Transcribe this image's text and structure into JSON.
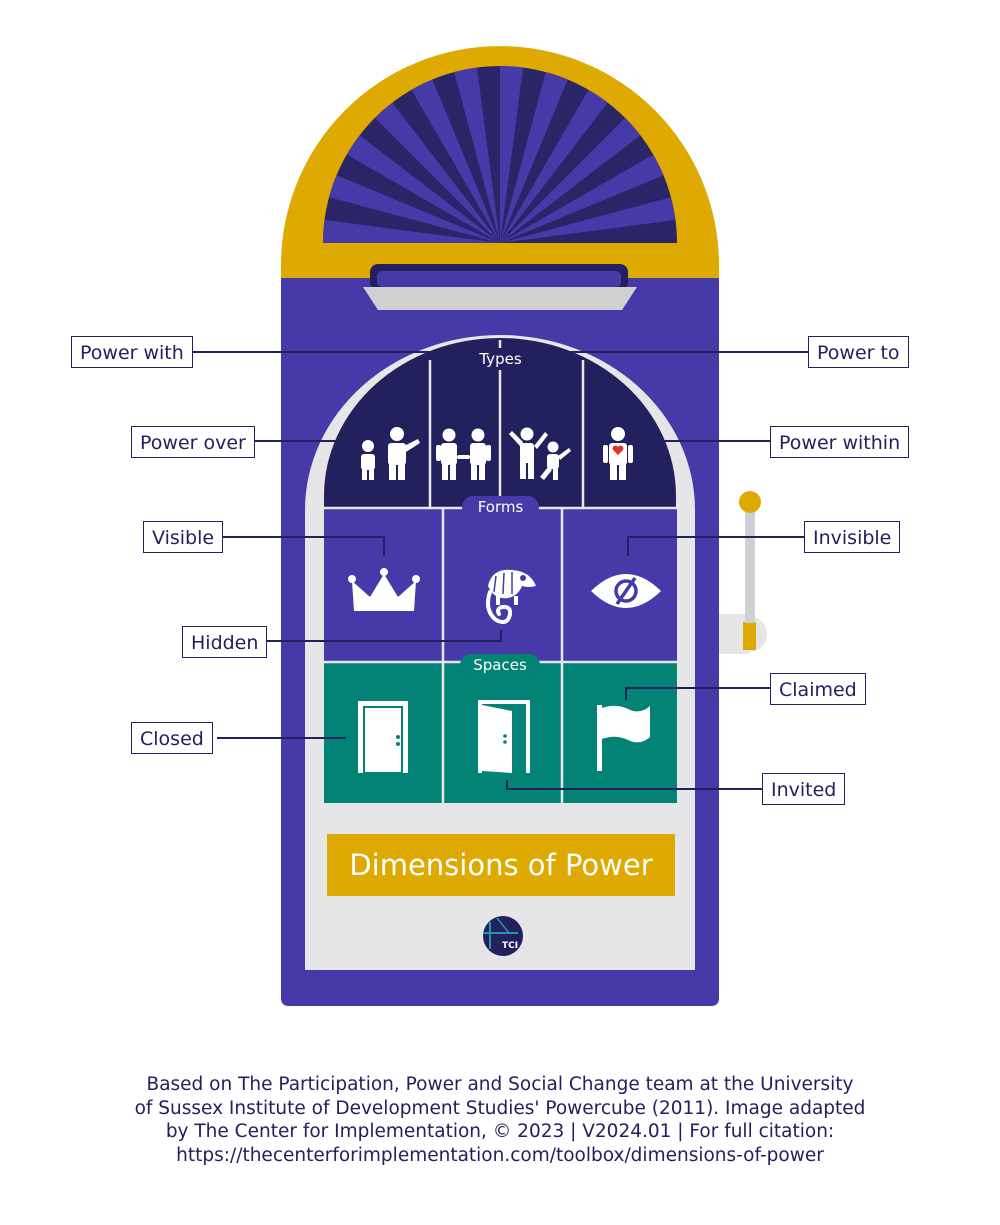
{
  "title": "Dimensions of Power",
  "sections": {
    "types": "Types",
    "forms": "Forms",
    "spaces": "Spaces"
  },
  "labels": {
    "power_with": "Power with",
    "power_to": "Power to",
    "power_over": "Power over",
    "power_within": "Power within",
    "visible": "Visible",
    "invisible": "Invisible",
    "hidden": "Hidden",
    "claimed": "Claimed",
    "closed": "Closed",
    "invited": "Invited"
  },
  "logo_text": "TCI",
  "footer": {
    "line1": "Based on The Participation, Power and Social Change team at the University",
    "line2": "of Sussex Institute of Development Studies' Powercube (2011). Image adapted",
    "line3": "by The Center for Implementation, © 2023 | V2024.01 | For full citation:",
    "line4": "https://thecenterforimplementation.com/toolbox/dimensions-of-power"
  },
  "colors": {
    "purple": "#453aa8",
    "dark_navy": "#23205e",
    "gold": "#dea900",
    "teal": "#038276",
    "light_gray": "#e6e6e8"
  }
}
